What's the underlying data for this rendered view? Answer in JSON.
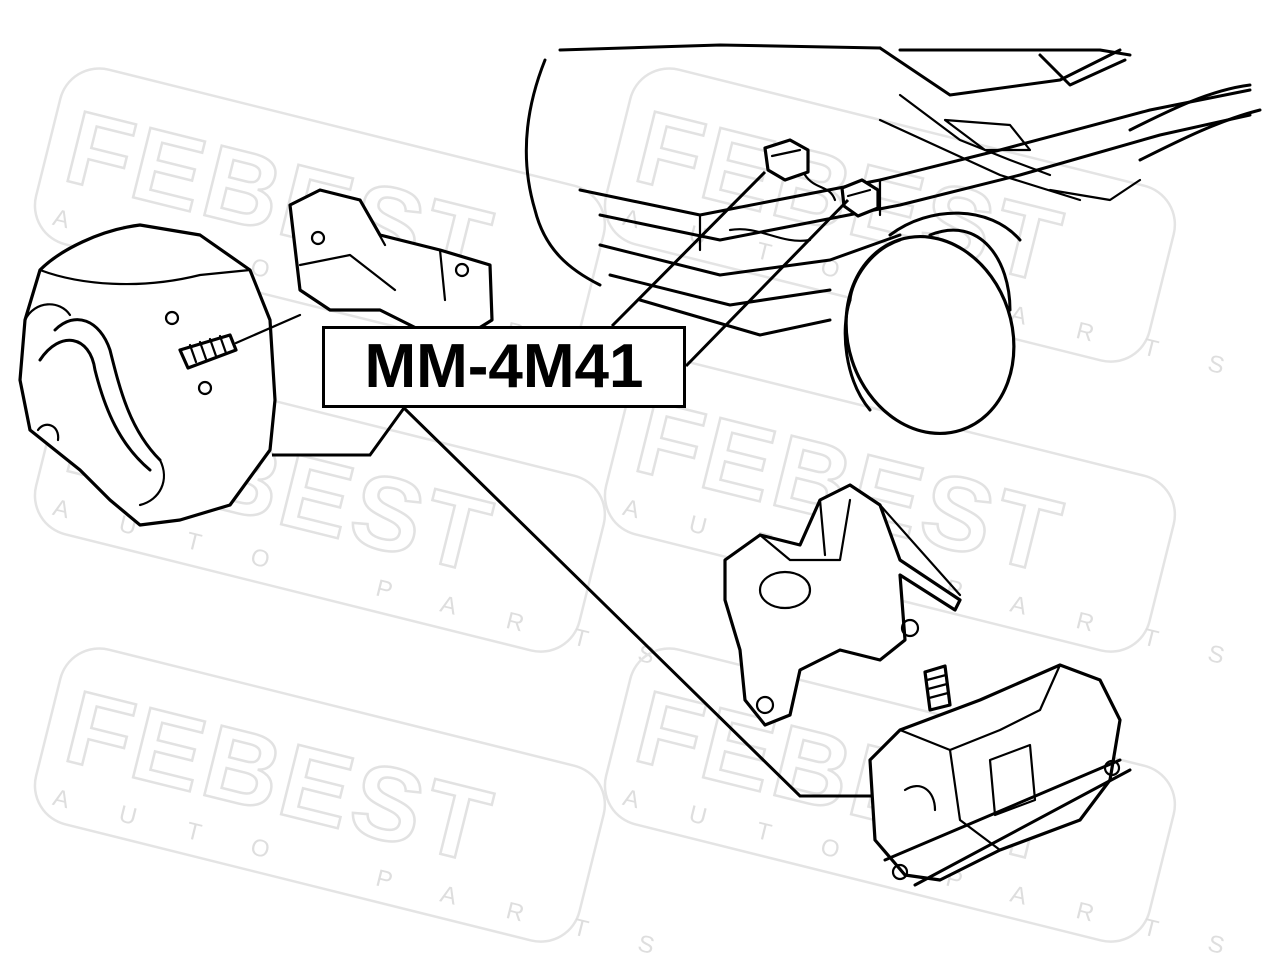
{
  "part_label": "MM-4M41",
  "watermark": {
    "brand": "FEBEST",
    "tagline": "AUTO PARTS",
    "color": "#e2e2e2"
  },
  "colors": {
    "ink": "#000000",
    "background": "#ffffff"
  }
}
